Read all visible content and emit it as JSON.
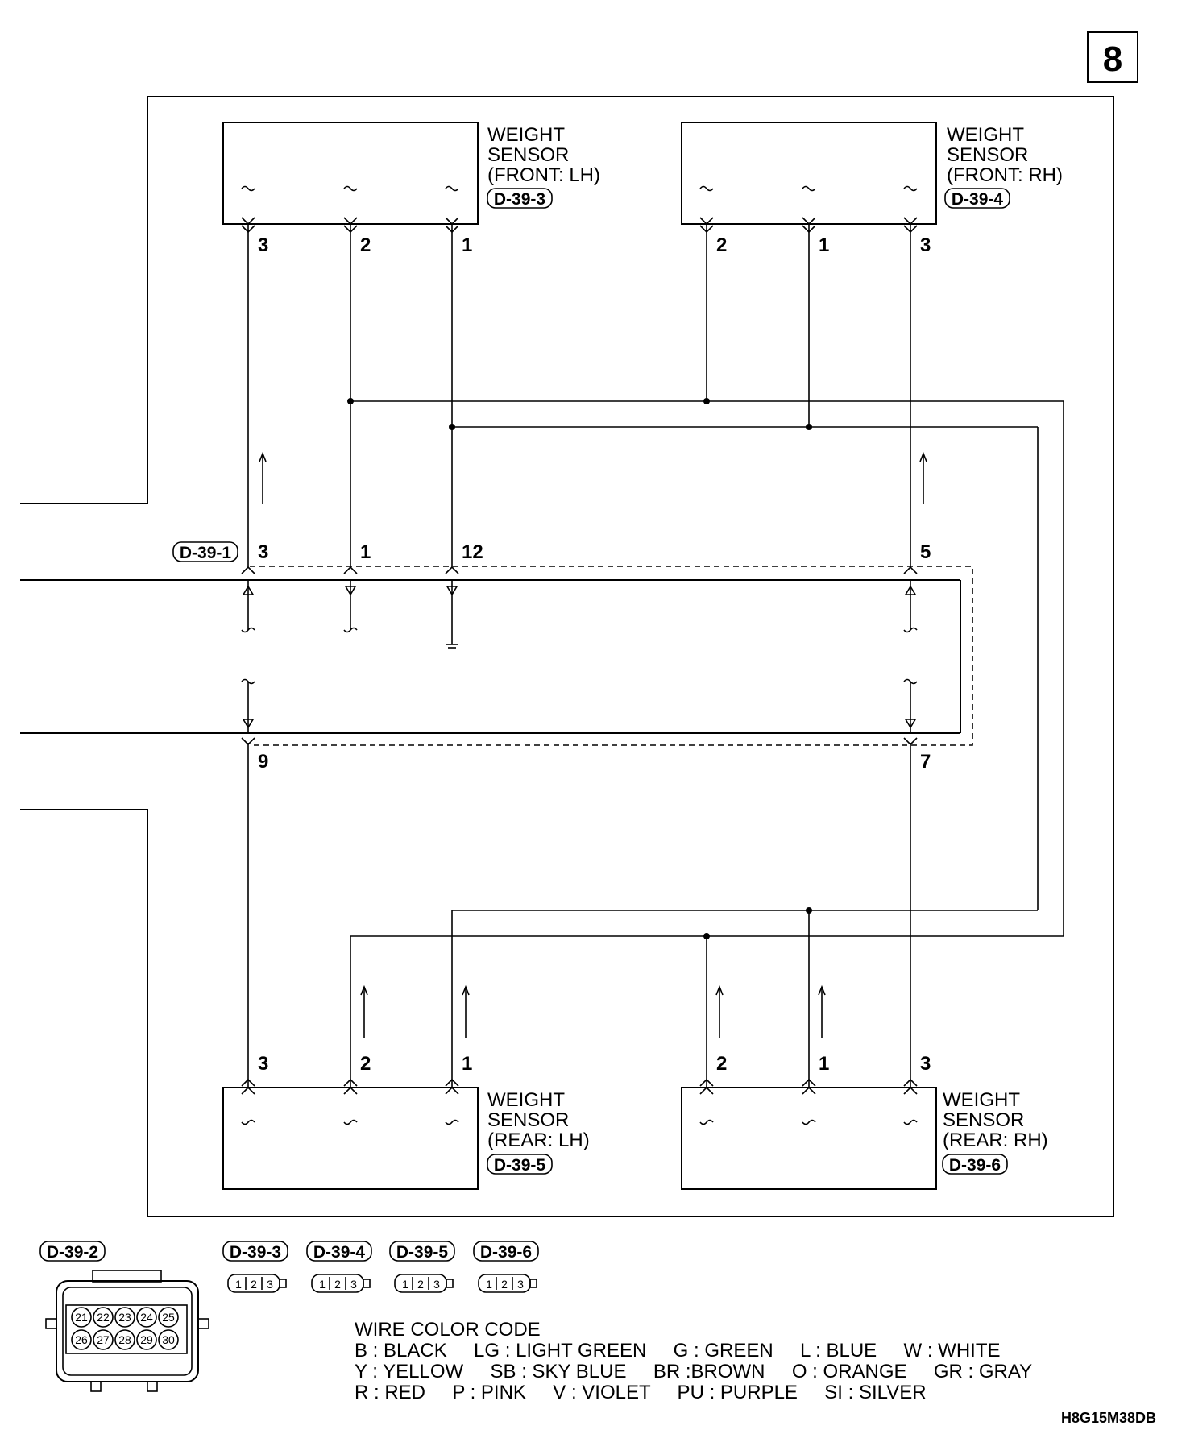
{
  "page_number": "8",
  "sensors": {
    "front_lh": {
      "line1": "WEIGHT",
      "line2": "SENSOR",
      "line3": "(FRONT: LH)",
      "connector": "D-39-3",
      "pins": [
        "3",
        "2",
        "1"
      ]
    },
    "front_rh": {
      "line1": "WEIGHT",
      "line2": "SENSOR",
      "line3": "(FRONT: RH)",
      "connector": "D-39-4",
      "pins": [
        "2",
        "1",
        "3"
      ]
    },
    "rear_lh": {
      "line1": "WEIGHT",
      "line2": "SENSOR",
      "line3": "(REAR: LH)",
      "connector": "D-39-5",
      "pins": [
        "3",
        "2",
        "1"
      ]
    },
    "rear_rh": {
      "line1": "WEIGHT",
      "line2": "SENSOR",
      "line3": "(REAR: RH)",
      "connector": "D-39-6",
      "pins": [
        "2",
        "1",
        "3"
      ]
    }
  },
  "ecu": {
    "connector": "D-39-1",
    "top_pins": [
      "3",
      "1",
      "12",
      "5"
    ],
    "bottom_pins": [
      "9",
      "7"
    ]
  },
  "connector_views": {
    "main": {
      "label": "D-39-2",
      "row1": [
        "21",
        "22",
        "23",
        "24",
        "25"
      ],
      "row2": [
        "26",
        "27",
        "28",
        "29",
        "30"
      ]
    },
    "small": [
      {
        "label": "D-39-3",
        "pins": [
          "1",
          "2",
          "3"
        ]
      },
      {
        "label": "D-39-4",
        "pins": [
          "1",
          "2",
          "3"
        ]
      },
      {
        "label": "D-39-5",
        "pins": [
          "1",
          "2",
          "3"
        ]
      },
      {
        "label": "D-39-6",
        "pins": [
          "1",
          "2",
          "3"
        ]
      }
    ]
  },
  "wire_color_code": {
    "title": "WIRE COLOR CODE",
    "lines": [
      "B : BLACK     LG : LIGHT GREEN     G : GREEN     L : BLUE     W : WHITE",
      "Y : YELLOW     SB : SKY BLUE     BR :BROWN     O : ORANGE     GR : GRAY",
      "R : RED     P : PINK     V : VIOLET     PU : PURPLE     SI : SILVER"
    ]
  },
  "figure_code": "H8G15M38DB"
}
